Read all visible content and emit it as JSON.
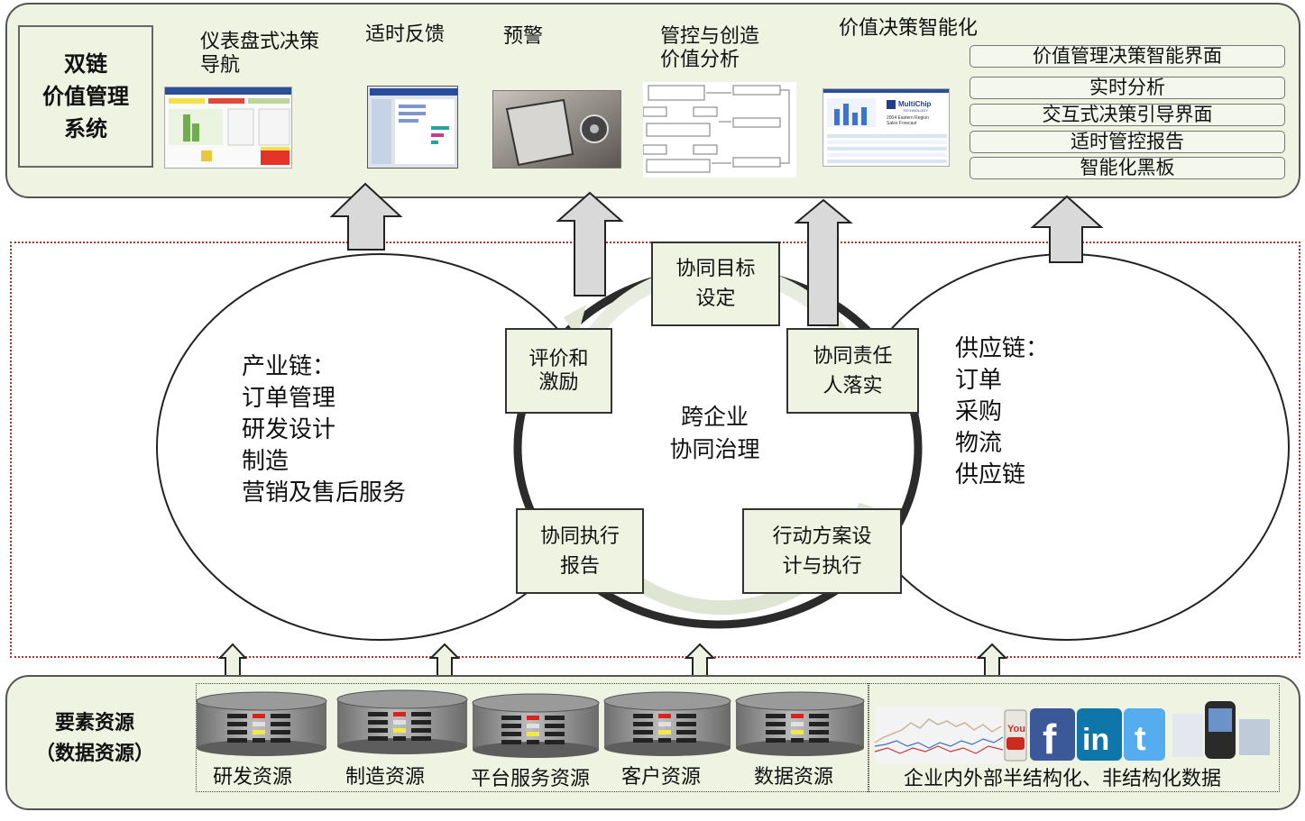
{
  "top": {
    "system_title": [
      "双链",
      "价值管理",
      "系统"
    ],
    "modules": [
      {
        "label_lines": [
          "仪表盘式决策",
          "导航"
        ]
      },
      {
        "label_lines": [
          "适时反馈"
        ]
      },
      {
        "label_lines": [
          "预警"
        ]
      },
      {
        "label_lines": [
          "管控与创造",
          "价值分析"
        ]
      },
      {
        "label_lines": [
          "价值决策智能化"
        ]
      }
    ],
    "thumb_brand": [
      "MultiChip",
      "TECHNOLOGY",
      "2004 Eastern Region",
      "Sales Forecast"
    ],
    "right_list": [
      "价值管理决策智能界面",
      "实时分析",
      "交互式决策引导界面",
      "适时管控报告",
      "智能化黑板"
    ]
  },
  "middle": {
    "left_circle": [
      "产业链：",
      "订单管理",
      "研发设计",
      "制造",
      "营销及售后服务"
    ],
    "right_circle": [
      "供应链：",
      "订单",
      "采购",
      "物流",
      "供应链"
    ],
    "center": [
      "跨企业",
      "协同治理"
    ],
    "boxes": [
      {
        "lines": [
          "协同目标",
          "设定"
        ]
      },
      {
        "lines": [
          "协同责任",
          "人落实"
        ]
      },
      {
        "lines": [
          "行动方案设",
          "计与执行"
        ]
      },
      {
        "lines": [
          "协同执行",
          "报告"
        ]
      },
      {
        "lines": [
          "评价和",
          "激励"
        ]
      }
    ]
  },
  "bottom": {
    "title_lines": [
      "要素资源",
      "（数据资源）"
    ],
    "resources": [
      "研发资源",
      "制造资源",
      "平台服务资源",
      "客户资源",
      "数据资源"
    ],
    "unstructured_label": "企业内外部半结构化、非结构化数据",
    "social_icons": [
      "youtube-icon",
      "facebook-icon",
      "linkedin-icon",
      "twitter-icon",
      "phone-icon"
    ]
  },
  "colors": {
    "panel_fill": "#eef3e2",
    "frame_dotted": "#b0302a",
    "arrow_fill": "#d9d9d9",
    "ring": "#2b2b2b",
    "facebook": "#3b5998",
    "linkedin": "#0e76a8",
    "twitter": "#55acee",
    "youtube": "#cc2a1f"
  }
}
